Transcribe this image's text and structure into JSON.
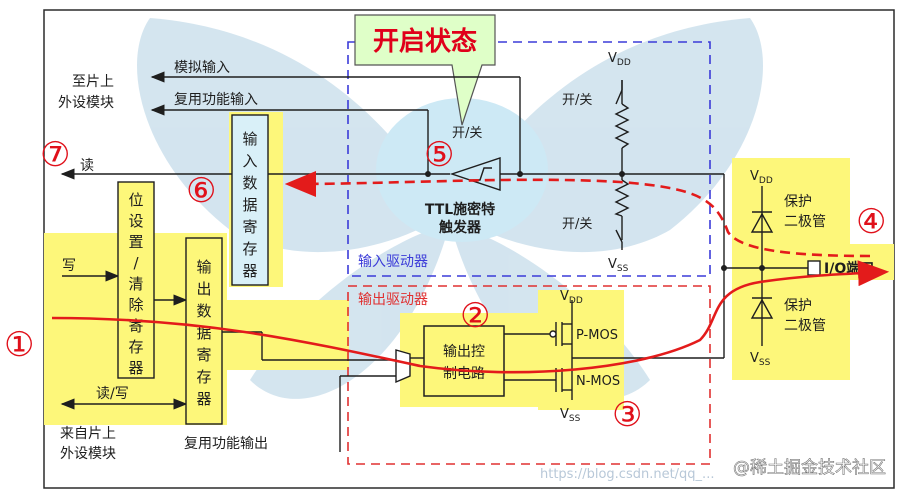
{
  "labels": {
    "callout": "开启状态",
    "to_periph_line1": "至片上",
    "to_periph_line2": "外设模块",
    "analog_input": "模拟输入",
    "alt_func_input": "复用功能输入",
    "read": "读",
    "write": "写",
    "read_write": "读/写",
    "from_periph_line1": "来自片上",
    "from_periph_line2": "外设模块",
    "alt_func_output": "复用功能输出",
    "input_data_reg": "输入数据寄存器",
    "bsrr": "位设置/清除寄存器",
    "output_data_reg": "输出数据寄存器",
    "on_off": "开/关",
    "schmitt_line1": "TTL施密特",
    "schmitt_line2": "触发器",
    "input_driver": "输入驱动器",
    "output_driver": "输出驱动器",
    "output_ctrl_line1": "输出控",
    "output_ctrl_line2": "制电路",
    "pmos": "P-MOS",
    "nmos": "N-MOS",
    "vdd": "V",
    "vdd_sub": "DD",
    "vss": "V",
    "vss_sub": "SS",
    "protect_diode_line1": "保护",
    "protect_diode_line2": "二极管",
    "io_port": "I/O端口",
    "watermark_brand": "@稀土掘金技术社区",
    "watermark_url": "https://blog.csdn.net/qq_..."
  },
  "markers": [
    "①",
    "②",
    "③",
    "④",
    "⑤",
    "⑥",
    "⑦"
  ],
  "colors": {
    "highlight_yellow": "#fdf77a",
    "bubble_blue": "#cde9f5",
    "butterfly": "#c5dcea",
    "callout_green": "#dfffc8",
    "callout_text": "#e0001a",
    "signal_red": "#e31b1b",
    "marker_red": "#e0101a",
    "input_driver_border": "#3b3bd8",
    "output_driver_border": "#e03030",
    "wire": "#1e1e1e",
    "frame": "#2b2b2b"
  }
}
